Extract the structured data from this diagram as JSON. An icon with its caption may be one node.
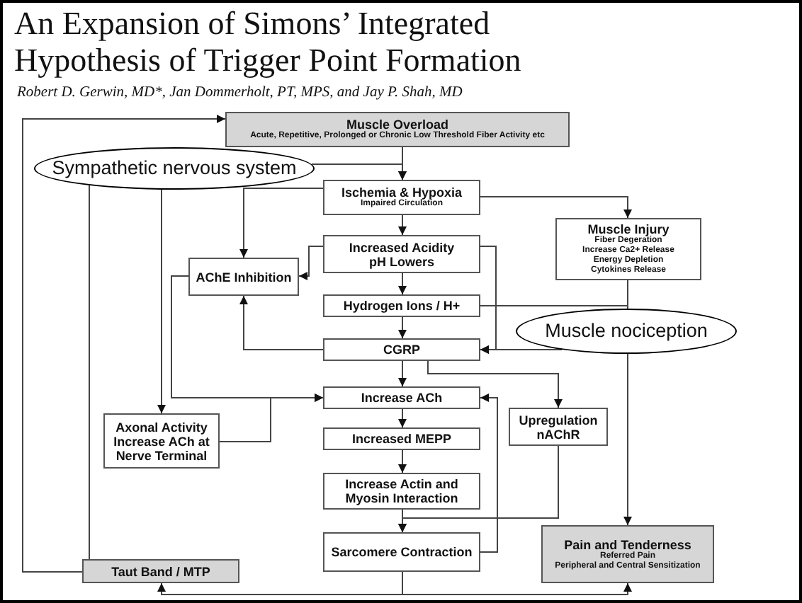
{
  "diagram": {
    "title": "An Expansion of Simons’ Integrated Hypothesis of Trigger Point Formation",
    "nodes": [
      {
        "text": [
          "Muscle Overload",
          "Acute, Repetitive, Prolonged or Chronic Low Threshold Fiber Activity etc"
        ]
      },
      {
        "text": [
          "Sympathetic nervous system"
        ]
      },
      {
        "text": [
          "Ischemia & Hypoxia",
          "Impaired Circulation"
        ]
      },
      {
        "text": [
          "Muscle Injury",
          "Fiber Degeration",
          "Increase Ca2+ Release",
          "Energy Depletion",
          "Cytokines Release"
        ]
      },
      {
        "text": [
          "AChE Inhibition"
        ]
      },
      {
        "text": [
          "Increased Acidity",
          "pH Lowers"
        ]
      },
      {
        "text": [
          "Hydrogen Ions / H+"
        ]
      },
      {
        "text": [
          "Muscle nociception"
        ]
      },
      {
        "text": [
          "CGRP"
        ]
      },
      {
        "text": [
          "Increase ACh"
        ]
      },
      {
        "text": [
          "Axonal Activity",
          "Increase ACh at Nerve Terminal"
        ]
      },
      {
        "text": [
          "Upregulation",
          "nAChR"
        ]
      },
      {
        "text": [
          "Increased MEPP"
        ]
      },
      {
        "text": [
          "Increase Actin and Myosin Interaction"
        ]
      },
      {
        "text": [
          "Sarcomere Contraction"
        ]
      },
      {
        "text": [
          "Taut Band / MTP"
        ]
      },
      {
        "text": [
          "Pain and Tenderness",
          "Referred Pain",
          "Peripheral and Central Sensitization"
        ]
      }
    ],
    "edges": [
      {
        "from": 0,
        "to": 2,
        "arrow": "to"
      },
      {
        "from": 1,
        "to": 2,
        "arrow": "to"
      },
      {
        "from": 15,
        "to": 0,
        "arrow": "to"
      },
      {
        "from": 1,
        "to": 15,
        "arrow": "none"
      },
      {
        "from": 1,
        "to": 10,
        "arrow": "to"
      },
      {
        "from": 2,
        "to": 4,
        "arrow": "to"
      },
      {
        "from": 5,
        "to": 4,
        "arrow": "to"
      },
      {
        "from": 8,
        "to": 4,
        "arrow": "to"
      },
      {
        "from": 4,
        "to": 9,
        "arrow": "to"
      },
      {
        "from": 10,
        "to": 9,
        "arrow": "to"
      },
      {
        "from": 2,
        "to": 3,
        "arrow": "to"
      },
      {
        "from": 3,
        "to": 7,
        "arrow": "none"
      },
      {
        "from": 7,
        "to": 16,
        "arrow": "to"
      },
      {
        "from": 6,
        "to": 7,
        "arrow": "none"
      },
      {
        "from": 5,
        "to": 8,
        "arrow": "to"
      },
      {
        "from": 7,
        "to": 8,
        "arrow": "to"
      },
      {
        "from": 2,
        "to": 5,
        "arrow": "to"
      },
      {
        "from": 5,
        "to": 6,
        "arrow": "to"
      },
      {
        "from": 6,
        "to": 8,
        "arrow": "to"
      },
      {
        "from": 8,
        "to": 9,
        "arrow": "to"
      },
      {
        "from": 9,
        "to": 12,
        "arrow": "to"
      },
      {
        "from": 12,
        "to": 13,
        "arrow": "to"
      },
      {
        "from": 13,
        "to": 14,
        "arrow": "to"
      },
      {
        "from": 8,
        "to": 11,
        "arrow": "to"
      },
      {
        "from": 11,
        "to": 14,
        "arrow": "to"
      },
      {
        "from": 14,
        "to": 9,
        "arrow": "to"
      },
      {
        "from": 14,
        "to": 15,
        "arrow": "to"
      },
      {
        "from": 14,
        "to": 16,
        "arrow": "to"
      }
    ],
    "labels": [
      "Robert D. Gerwin, MD*, Jan Dommerholt, PT, MPS, and Jay P. Shah, MD"
    ]
  }
}
